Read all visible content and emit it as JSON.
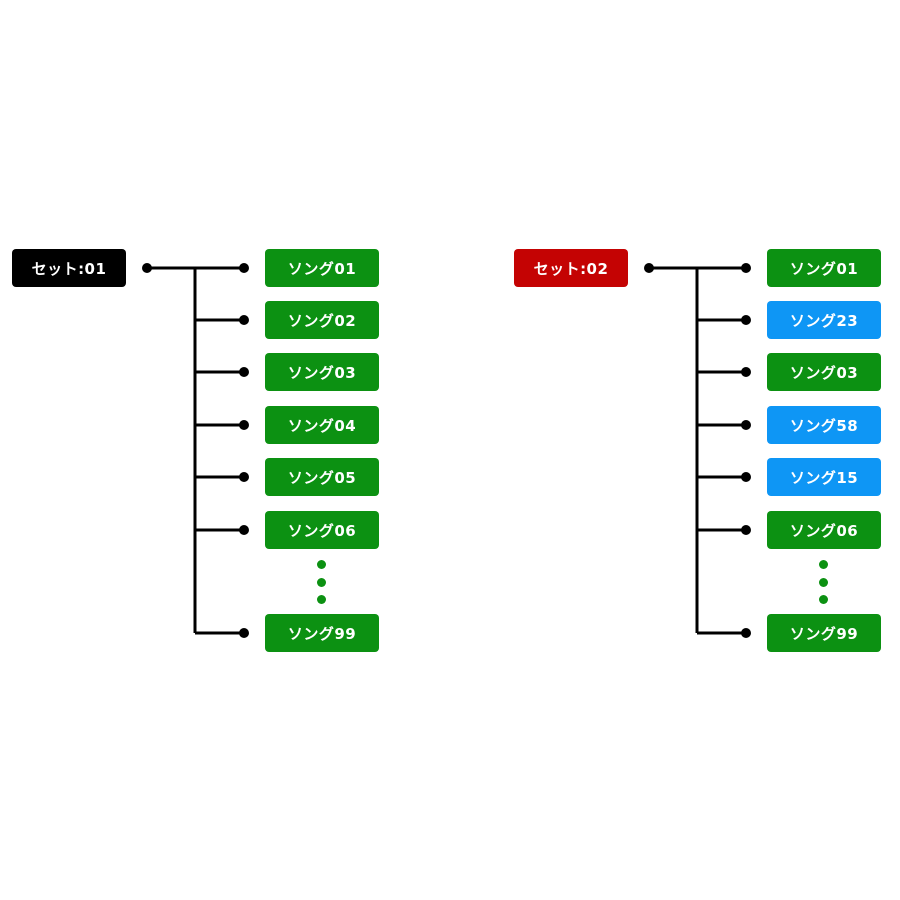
{
  "colors": {
    "line": "#000000",
    "default_song": "#0c9112",
    "changed_song": "#0e96f5",
    "dots": "#0c9112"
  },
  "sets": [
    {
      "label": "セット:01",
      "color": "#000000",
      "songs": [
        {
          "label": "ソング01",
          "color": "#0c9112"
        },
        {
          "label": "ソング02",
          "color": "#0c9112"
        },
        {
          "label": "ソング03",
          "color": "#0c9112"
        },
        {
          "label": "ソング04",
          "color": "#0c9112"
        },
        {
          "label": "ソング05",
          "color": "#0c9112"
        },
        {
          "label": "ソング06",
          "color": "#0c9112"
        },
        {
          "label": "ソング99",
          "color": "#0c9112"
        }
      ]
    },
    {
      "label": "セット:02",
      "color": "#c40303",
      "songs": [
        {
          "label": "ソング01",
          "color": "#0c9112"
        },
        {
          "label": "ソング23",
          "color": "#0e96f5"
        },
        {
          "label": "ソング03",
          "color": "#0c9112"
        },
        {
          "label": "ソング58",
          "color": "#0e96f5"
        },
        {
          "label": "ソング15",
          "color": "#0e96f5"
        },
        {
          "label": "ソング06",
          "color": "#0c9112"
        },
        {
          "label": "ソング99",
          "color": "#0c9112"
        }
      ]
    }
  ]
}
